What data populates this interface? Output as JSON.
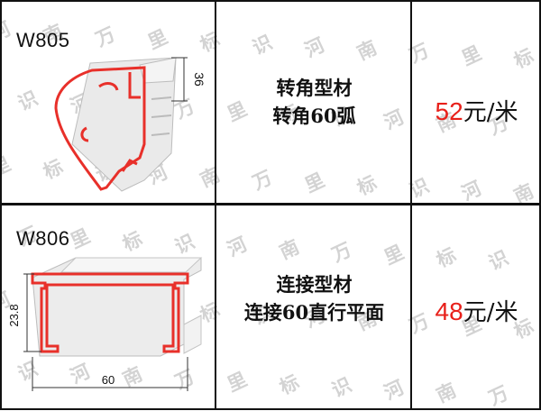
{
  "watermark_chars": [
    "河",
    "南",
    "万",
    "里",
    "标",
    "识"
  ],
  "products": [
    {
      "code": "W805",
      "name_line1": "转角型材",
      "name_line2": "转角60弧",
      "price_number": "52",
      "price_unit": "元/米",
      "dimension_label": "36"
    },
    {
      "code": "W806",
      "name_line1": "连接型材",
      "name_line2": "连接60直行平面",
      "price_number": "48",
      "price_unit": "元/米",
      "dimension_label_height": "23.8",
      "dimension_label_width": "60"
    }
  ],
  "colors": {
    "profile_outline": "#e8302a",
    "price_number": "#e8201a",
    "border": "#111111",
    "watermark": "#c9c9c9"
  }
}
